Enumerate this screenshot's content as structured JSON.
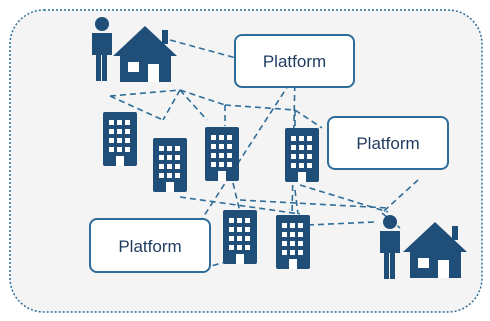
{
  "colors": {
    "primary": "#1f4e79",
    "border": "#2f6d99",
    "panel": "#f4f4f4"
  },
  "platforms": [
    {
      "label": "Platform"
    },
    {
      "label": "Platform"
    },
    {
      "label": "Platform"
    }
  ],
  "icons": {
    "person": "person-icon",
    "house": "house-icon",
    "building": "building-icon"
  }
}
